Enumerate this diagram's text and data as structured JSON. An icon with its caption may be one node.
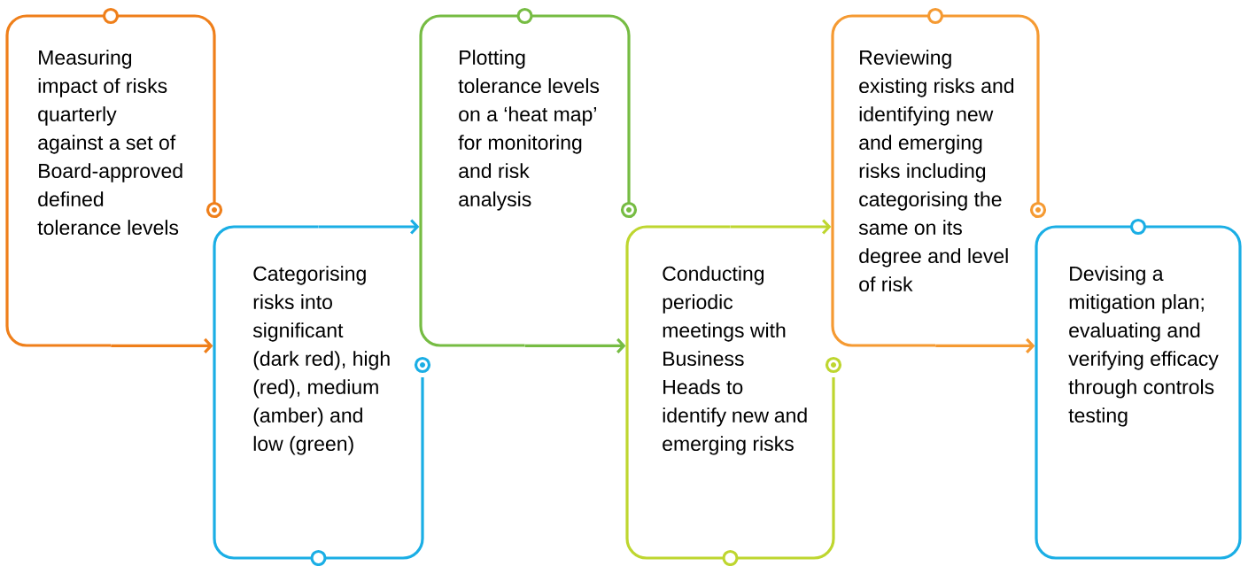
{
  "diagram": {
    "nodes": [
      {
        "text": [
          "Measuring impact of risks quarterly against a set of Board-approved defined tolerance levels"
        ]
      },
      {
        "text": [
          "Categorising risks into significant (dark red), high (red), medium (amber) and low (green)"
        ]
      },
      {
        "text": [
          "Plotting tolerance levels on a ‘heat map’ for monitoring and risk analysis"
        ]
      },
      {
        "text": [
          "Conducting periodic meetings with Business Heads to identify new and emerging risks"
        ]
      },
      {
        "text": [
          "Reviewing existing risks and identifying new and emerging risks including categorising the same on its degree and level of risk"
        ]
      },
      {
        "text": [
          "Devising a mitigation plan; evaluating and verifying efficacy through controls testing"
        ]
      }
    ],
    "edges": [
      {
        "from": 0,
        "to": 1,
        "arrow": "to",
        "color": "#ef7f1a"
      },
      {
        "from": 1,
        "to": 2,
        "arrow": "to",
        "color": "#1aaee5"
      },
      {
        "from": 2,
        "to": 3,
        "arrow": "to",
        "color": "#76bc43"
      },
      {
        "from": 3,
        "to": 4,
        "arrow": "to",
        "color": "#bed62f"
      },
      {
        "from": 4,
        "to": 5,
        "arrow": "to",
        "color": "#f59a32"
      }
    ]
  }
}
